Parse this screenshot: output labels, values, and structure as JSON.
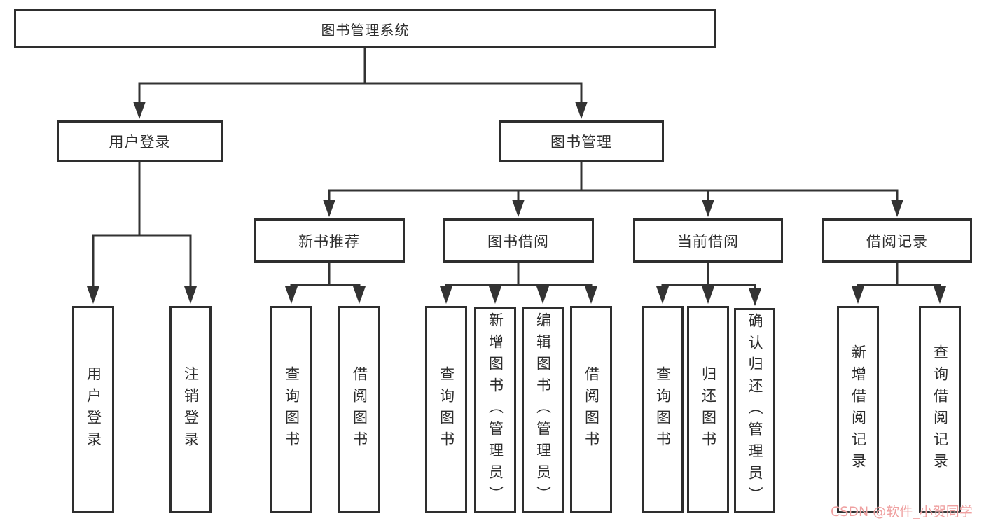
{
  "colors": {
    "line": "#333333",
    "box_border": "#2e2e2e",
    "box_fill": "#ffffff",
    "text": "#2d2d2d",
    "watermark": "#efa0a0"
  },
  "watermark": {
    "text": "CSDN @软件_小贺同学"
  },
  "tree": {
    "root": "图书管理系统",
    "branches": [
      {
        "label": "用户登录",
        "children": [
          "用户登录",
          "注销登录"
        ]
      },
      {
        "label": "图书管理",
        "children": [
          {
            "label": "新书推荐",
            "children": [
              "查询图书",
              "借阅图书"
            ]
          },
          {
            "label": "图书借阅",
            "children": [
              "查询图书",
              "新增图书（管理员）",
              "编辑图书（管理员）",
              "借阅图书"
            ]
          },
          {
            "label": "当前借阅",
            "children": [
              "查询图书",
              "归还图书",
              "确认归还（管理员）"
            ]
          },
          {
            "label": "借阅记录",
            "children": [
              "新增借阅记录",
              "查询借阅记录"
            ]
          }
        ]
      }
    ]
  }
}
